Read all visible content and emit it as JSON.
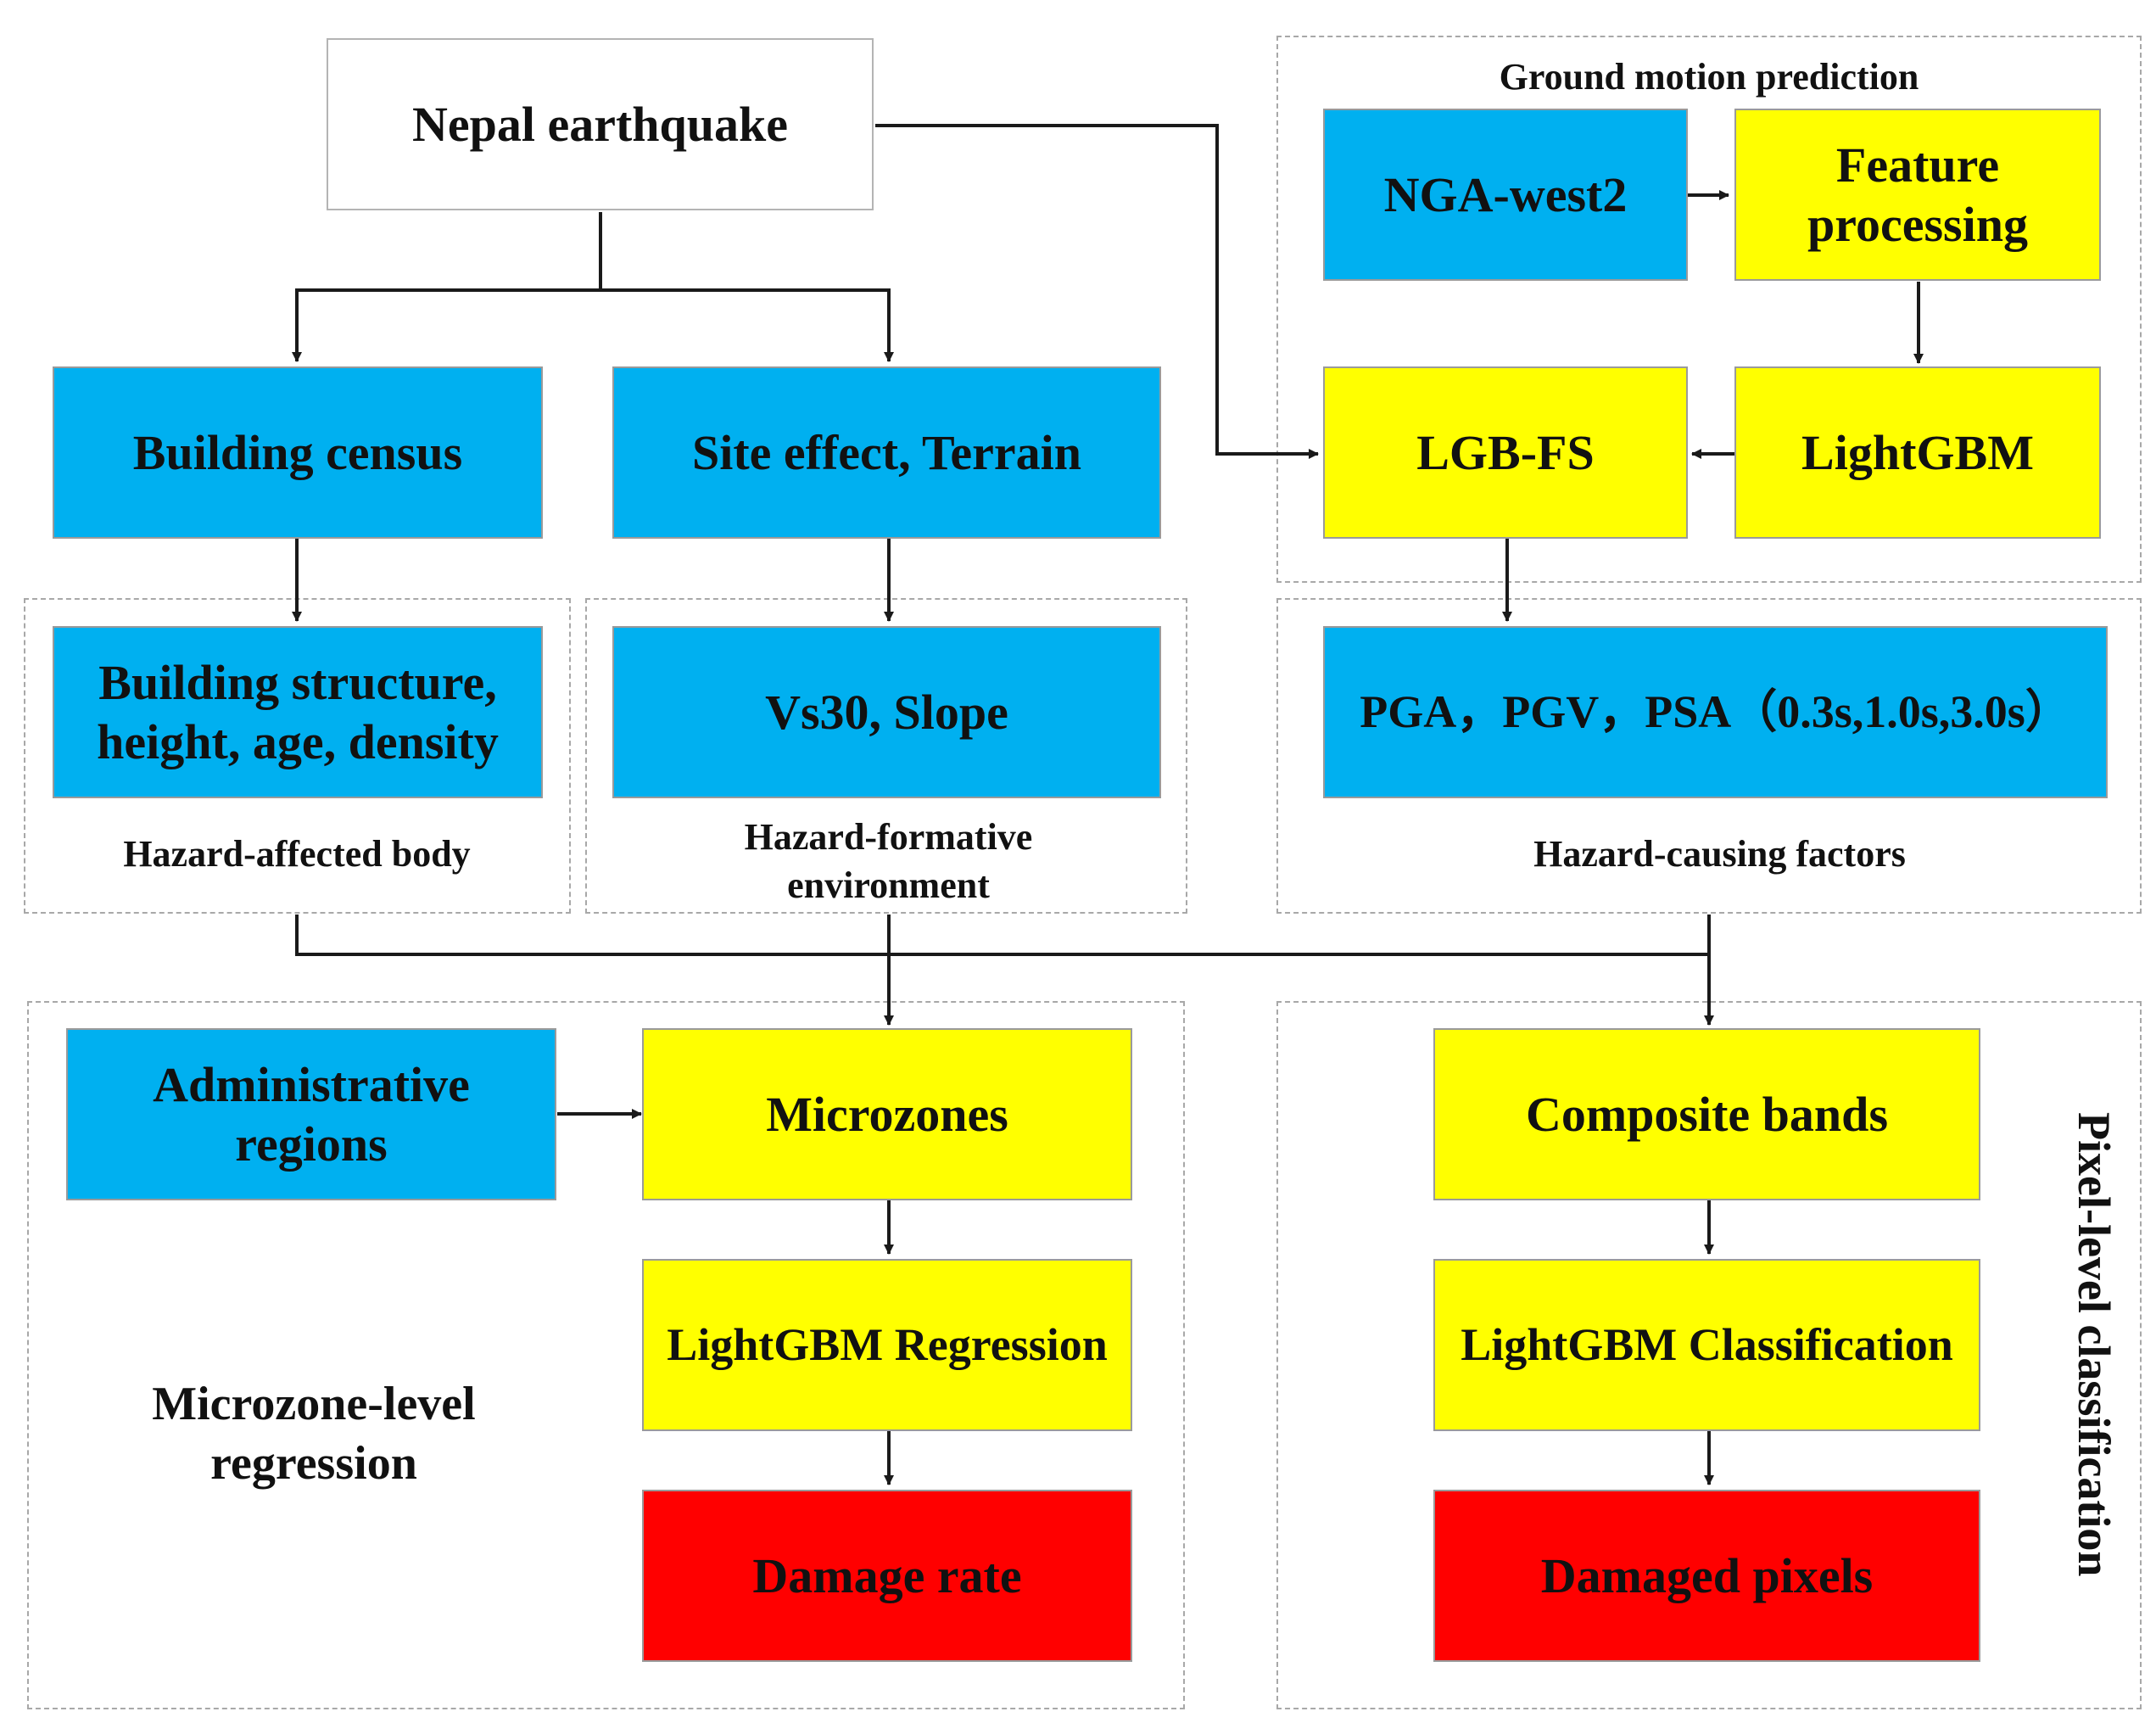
{
  "root": {
    "nepal": "Nepal earthquake"
  },
  "ground_motion": {
    "title": "Ground motion prediction",
    "nga": "NGA-west2",
    "feature": "Feature\nprocessing",
    "lgbfs": "LGB-FS",
    "lightgbm": "LightGBM"
  },
  "inputs": {
    "building_census": "Building census",
    "site_effect": "Site effect, Terrain"
  },
  "factors": {
    "building_structure": "Building structure,\nheight, age, density",
    "vs30": "Vs30, Slope",
    "pga": "PGA，PGV，PSA（0.3s,1.0s,3.0s）",
    "affected_label": "Hazard-affected body",
    "formative_label": "Hazard-formative\nenvironment",
    "causing_label": "Hazard-causing factors"
  },
  "microzone": {
    "admin": "Administrative\nregions",
    "microzones": "Microzones",
    "regression": "LightGBM Regression",
    "damage_rate": "Damage rate",
    "label": "Microzone-level\nregression"
  },
  "pixel": {
    "composite": "Composite bands",
    "classification": "LightGBM Classification",
    "damaged": "Damaged pixels",
    "label": "Pixel-level classification"
  },
  "colors": {
    "input_blue": "#00b0f0",
    "process_yellow": "#ffff00",
    "output_red": "#ff0000",
    "arrow": "#1a1a1a"
  }
}
